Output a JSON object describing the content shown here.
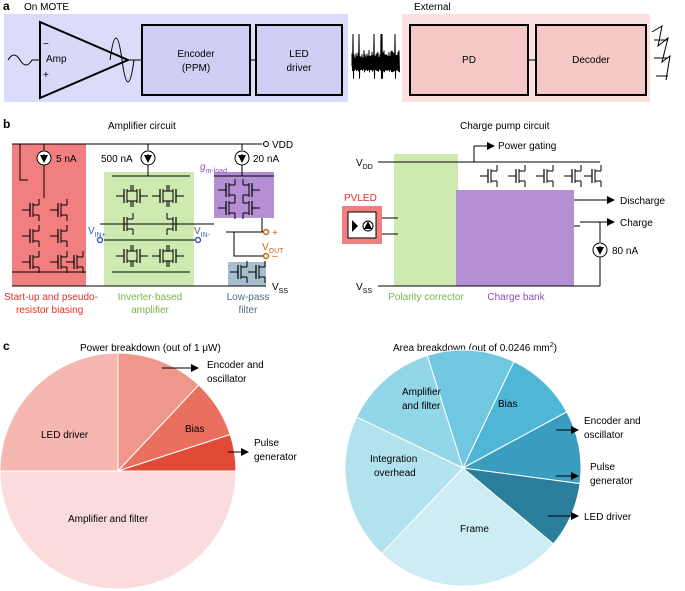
{
  "panel_a": {
    "letter": "a",
    "mote_title": "On MOTE",
    "external_title": "External",
    "amp_label": "Amp",
    "amp_minus": "−",
    "amp_plus": "+",
    "encoder_line1": "Encoder",
    "encoder_line2": "(PPM)",
    "led_line1": "LED",
    "led_line2": "driver",
    "pd_label": "PD",
    "decoder_label": "Decoder",
    "colors": {
      "mote_bg": "#dcdcfa",
      "external_bg": "#fbe0e0",
      "block_fill": "#cfcff5",
      "ext_block_fill": "#f6c7c7"
    }
  },
  "panel_b": {
    "letter": "b",
    "amp_title": "Amplifier circuit",
    "cp_title": "Charge pump circuit",
    "vdd": "VDD",
    "vss_main": "V",
    "vss_sub": "SS",
    "vdd2_main": "V",
    "vdd2_sub": "DD",
    "vss2_main": "V",
    "vss2_sub": "SS",
    "i_bias1": "5 nA",
    "i_bias2": "500 nA",
    "i_bias3": "20 nA",
    "i_bias4": "80 nA",
    "gm_main": "g",
    "gm_sub": "m-load",
    "vin_plus_main": "V",
    "vin_plus_sub": "IN+",
    "vin_minus_main": "V",
    "vin_minus_sub": "IN-",
    "vout_plus": "+",
    "vout_main": "V",
    "vout_sub": "OUT",
    "vout_minus": "−",
    "startup_line1": "Start-up and pseudo-",
    "startup_line2": "resistor biasing",
    "inverter_line1": "Inverter-based",
    "inverter_line2": "amplifier",
    "lpf_line1": "Low-pass",
    "lpf_line2": "filter",
    "power_gating": "Power gating",
    "discharge": "Discharge",
    "charge": "Charge",
    "pvled": "PVLED",
    "polarity": "Polarity corrector",
    "charge_bank": "Charge bank",
    "colors": {
      "red": "#f27f80",
      "green": "#cfeab0",
      "purple": "#b48fd3",
      "blue": "#a6bfcf",
      "red_text": "#e0302a",
      "green_text": "#7ab648",
      "purple_text": "#8e4fc2",
      "blue_text": "#4a6f86",
      "pin_blue": "#3a5fb0",
      "pin_orange": "#c46a12"
    }
  },
  "panel_c": {
    "letter": "c",
    "power_title": "Power breakdown (out of 1 μW)",
    "area_title_main": "Area breakdown (out of 0.0246 mm",
    "area_title_sup": "2",
    "area_title_end": ")",
    "power_slices": [
      {
        "label": "Amplifier and filter",
        "color": "#fbdcdc"
      },
      {
        "label": "LED driver",
        "color": "#f6b7b0"
      },
      {
        "label": "Encoder and oscillator",
        "color": "#ef978b"
      },
      {
        "label": "Bias",
        "color": "#e9705f"
      },
      {
        "label": "Pulse generator",
        "color": "#e04a36"
      }
    ],
    "area_slices": [
      {
        "label": "Frame",
        "color": "#cdecf4"
      },
      {
        "label": "Integration overhead",
        "color": "#b1e2ee"
      },
      {
        "label": "Amplifier and filter",
        "color": "#93d6e8"
      },
      {
        "label": "Bias",
        "color": "#6fc7e0"
      },
      {
        "label": "Encoder and oscillator",
        "color": "#4fb7d6"
      },
      {
        "label": "Pulse generator",
        "color": "#3a9dbf"
      },
      {
        "label": "LED driver",
        "color": "#2b7d9c"
      }
    ],
    "area_labels": {
      "amp_line1": "Amplifier",
      "amp_line2": "and filter",
      "bias": "Bias",
      "enc_line1": "Encoder and",
      "enc_line2": "oscillator",
      "pulse_line1": "Pulse",
      "pulse_line2": "generator",
      "led": "LED driver",
      "integ_line1": "Integration",
      "integ_line2": "overhead",
      "frame": "Frame"
    },
    "power_labels": {
      "led": "LED driver",
      "amp": "Amplifier and filter",
      "bias": "Bias",
      "enc_line1": "Encoder and",
      "enc_line2": "oscillator",
      "pulse_line1": "Pulse",
      "pulse_line2": "generator"
    }
  }
}
